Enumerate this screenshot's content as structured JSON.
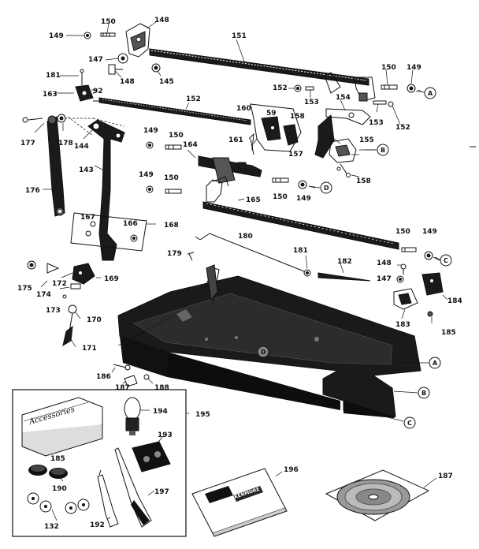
{
  "labels": {
    "l149a": "149",
    "l150a": "150",
    "l148a": "148",
    "l151": "151",
    "l150b": "150",
    "l149b": "149",
    "l147a": "147",
    "l148b": "148",
    "l145": "145",
    "l181a": "181",
    "l92": "92",
    "l163": "163",
    "l152a": "152",
    "l152b": "152",
    "l153a": "153",
    "l154": "154",
    "l153b": "153",
    "l152c": "152",
    "l160": "160",
    "l59": "59",
    "l158a": "158",
    "l157": "157",
    "l155": "155",
    "l158b": "158",
    "l177": "177",
    "l178": "178",
    "l144": "144",
    "l149c": "149",
    "l150c": "150",
    "l164": "164",
    "l161": "161",
    "l143": "143",
    "l149d": "149",
    "l150d": "150",
    "l150e": "150",
    "l149e": "149",
    "l176": "176",
    "l165": "165",
    "l167": "167",
    "l166": "166",
    "l168": "168",
    "l180": "180",
    "l150f": "150",
    "l149f": "149",
    "l179": "179",
    "l181b": "181",
    "l182": "182",
    "l148c": "148",
    "l147b": "147",
    "l184": "184",
    "l175": "175",
    "l172": "172",
    "l169": "169",
    "l174": "174",
    "l173a": "173",
    "l170": "170",
    "l171": "171",
    "l183": "183",
    "l185a": "185",
    "l186": "186",
    "l187": "187",
    "l188": "188",
    "l195": "195",
    "l194": "194",
    "l185b": "185",
    "l193": "193",
    "l190": "190",
    "l197": "197",
    "l132": "132",
    "l192": "192",
    "l196": "196",
    "l187b": "187"
  },
  "callouts": {
    "A1": "A",
    "B1": "B",
    "D1": "D",
    "C1": "C",
    "D2": "D",
    "A2": "A",
    "B2": "B",
    "C2": "C"
  },
  "tin_label": "Accessories",
  "booklet_label": "KENMORE"
}
